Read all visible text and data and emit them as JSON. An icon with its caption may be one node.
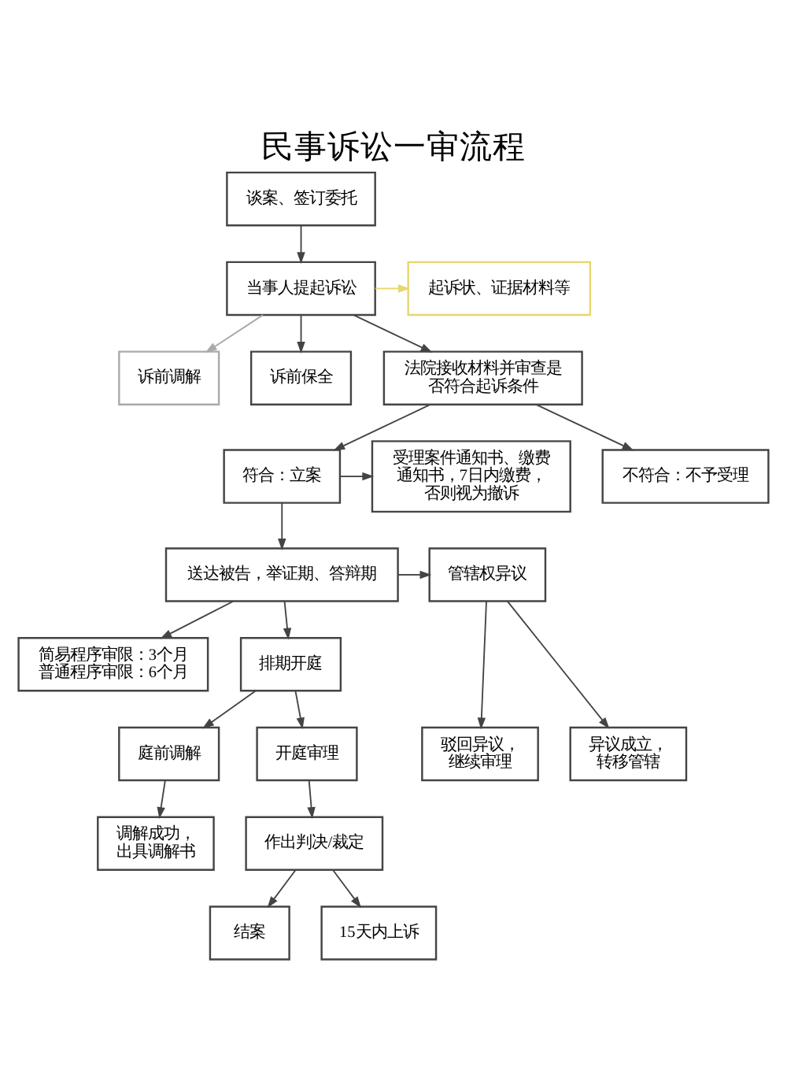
{
  "diagram": {
    "title": "民事诉讼一审流程",
    "nodes": [
      {
        "text": [
          "谈案、签订委托"
        ]
      },
      {
        "text": [
          "当事人提起诉讼"
        ]
      },
      {
        "text": [
          "起诉状、证据材料等"
        ]
      },
      {
        "text": [
          "诉前调解"
        ]
      },
      {
        "text": [
          "诉前保全"
        ]
      },
      {
        "text": [
          "法院接收材料并审查是否符合起诉条件"
        ]
      },
      {
        "text": [
          "受理案件通知书、缴费通知书，7日内缴费，否则视为撤诉"
        ]
      },
      {
        "text": [
          "符合：立案"
        ]
      },
      {
        "text": [
          "不符合：不予受理"
        ]
      },
      {
        "text": [
          "送达被告，举证期、答辩期"
        ]
      },
      {
        "text": [
          "管辖权异议"
        ]
      },
      {
        "text": [
          "简易程序审限：3个月",
          "普通程序审限：6个月"
        ]
      },
      {
        "text": [
          "排期开庭"
        ]
      },
      {
        "text": [
          "驳回异议，继续审理"
        ]
      },
      {
        "text": [
          "异议成立，转移管辖"
        ]
      },
      {
        "text": [
          "庭前调解"
        ]
      },
      {
        "text": [
          "开庭审理"
        ]
      },
      {
        "text": [
          "调解成功，出具调解书"
        ]
      },
      {
        "text": [
          "作出判决/裁定"
        ]
      },
      {
        "text": [
          "结案"
        ]
      },
      {
        "text": [
          "15天内上诉"
        ]
      }
    ],
    "edges": [
      {
        "from": 0,
        "to": 1,
        "arrow": "to"
      },
      {
        "from": 1,
        "to": 2,
        "arrow": "to",
        "color": "#e6d76e"
      },
      {
        "from": 1,
        "to": 3,
        "arrow": "to",
        "color": "#aaaaaa"
      },
      {
        "from": 1,
        "to": 4,
        "arrow": "to"
      },
      {
        "from": 1,
        "to": 5,
        "arrow": "to"
      },
      {
        "from": 5,
        "to": 7,
        "arrow": "to"
      },
      {
        "from": 5,
        "to": 8,
        "arrow": "to"
      },
      {
        "from": 7,
        "to": 6,
        "arrow": "to"
      },
      {
        "from": 7,
        "to": 9,
        "arrow": "to"
      },
      {
        "from": 9,
        "to": 10,
        "arrow": "to"
      },
      {
        "from": 9,
        "to": 11,
        "arrow": "to"
      },
      {
        "from": 9,
        "to": 12,
        "arrow": "to"
      },
      {
        "from": 10,
        "to": 13,
        "arrow": "to"
      },
      {
        "from": 10,
        "to": 14,
        "arrow": "to"
      },
      {
        "from": 12,
        "to": 15,
        "arrow": "to"
      },
      {
        "from": 12,
        "to": 16,
        "arrow": "to"
      },
      {
        "from": 15,
        "to": 17,
        "arrow": "to"
      },
      {
        "from": 16,
        "to": 18,
        "arrow": "to"
      },
      {
        "from": 18,
        "to": 19,
        "arrow": "to"
      },
      {
        "from": 18,
        "to": 20,
        "arrow": "to"
      }
    ]
  }
}
